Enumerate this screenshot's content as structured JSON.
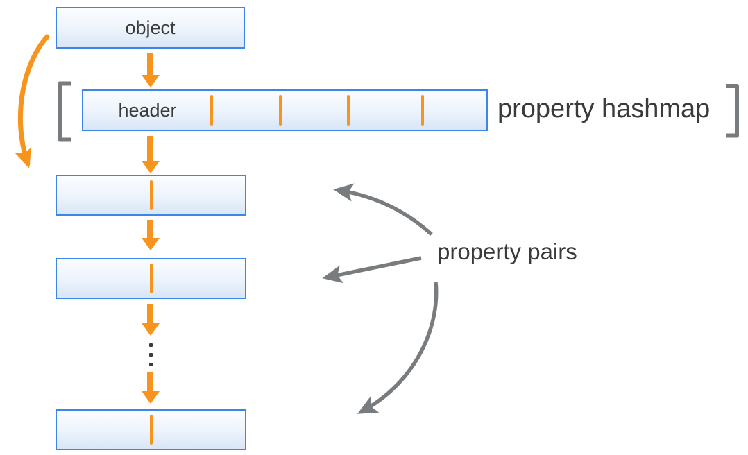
{
  "labels": {
    "object": "object",
    "header": "header",
    "hashmap": "property hashmap",
    "pairs": "property pairs"
  },
  "colors": {
    "accent_orange": "#F7941E",
    "box_border_blue": "#3C86E8",
    "box_fill_top": "#FBFDFF",
    "box_fill_bottom": "#D9E6F7",
    "arrow_gray": "#797C7E",
    "text_dark": "#3A3A3A",
    "background": "#FFFFFF"
  },
  "structure": {
    "hashmap_dividers": 4,
    "hashmap_slots": 5,
    "property_pair_boxes": 3,
    "ellipsis_dots": 3
  }
}
